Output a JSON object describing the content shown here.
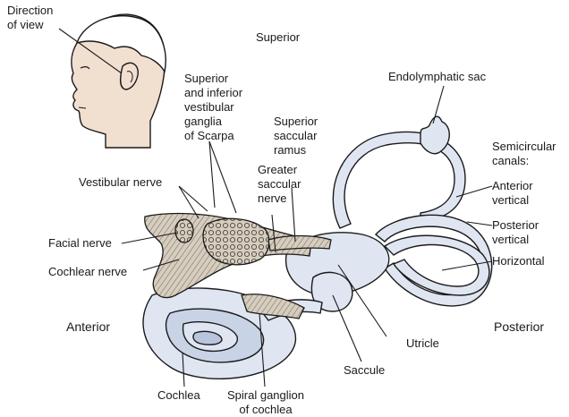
{
  "labels": {
    "direction_of_view": "Direction\nof view",
    "superior": "Superior",
    "anterior": "Anterior",
    "posterior": "Posterior",
    "endolymphatic_sac": "Endolymphatic sac",
    "scarpa_ganglia": "Superior\nand inferior\nvestibular\nganglia\nof Scarpa",
    "superior_saccular_ramus": "Superior\nsaccular\nramus",
    "greater_saccular_nerve": "Greater\nsaccular\nnerve",
    "vestibular_nerve": "Vestibular nerve",
    "facial_nerve": "Facial nerve",
    "cochlear_nerve": "Cochlear nerve",
    "semicircular_canals": "Semicircular\ncanals:",
    "anterior_vertical": "Anterior\nvertical",
    "posterior_vertical": "Posterior\nvertical",
    "horizontal": "Horizontal",
    "utricle": "Utricle",
    "saccule": "Saccule",
    "cochlea": "Cochlea",
    "spiral_ganglion": "Spiral ganglion\nof cochlea"
  },
  "colors": {
    "labyrinth_fill": "#dfe6f2",
    "labyrinth_shade": "#b9c5dd",
    "nerve_fill": "#cfc6b8",
    "skin_fill": "#f1dfd0",
    "outline": "#1a1a1a"
  }
}
